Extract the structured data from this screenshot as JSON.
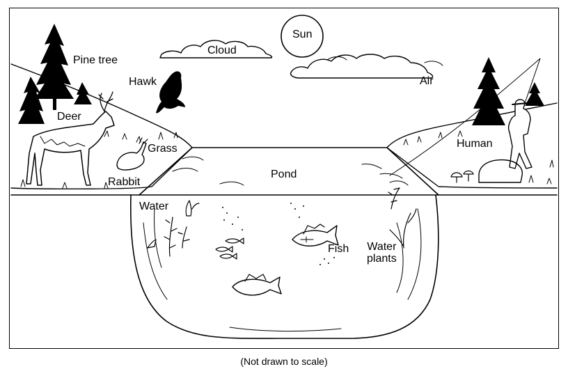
{
  "labels": {
    "sun": "Sun",
    "cloud": "Cloud",
    "pine_tree": "Pine tree",
    "hawk": "Hawk",
    "deer": "Deer",
    "grass": "Grass",
    "rabbit": "Rabbit",
    "pond": "Pond",
    "air": "Air",
    "human": "Human",
    "water": "Water",
    "fish": "Fish",
    "water_plants_line1": "Water",
    "water_plants_line2": "plants"
  },
  "caption": "(Not drawn to scale)"
}
